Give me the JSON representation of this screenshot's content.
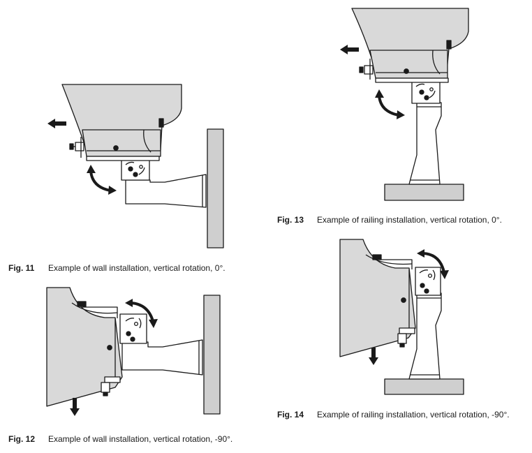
{
  "figures": [
    {
      "number": "Fig. 11",
      "text": "Example of wall installation, vertical rotation, 0°."
    },
    {
      "number": "Fig. 12",
      "text": "Example of wall installation, vertical rotation, -90°."
    },
    {
      "number": "Fig. 13",
      "text": "Example of railing installation, vertical rotation, 0°."
    },
    {
      "number": "Fig. 14",
      "text": "Example of railing installation, vertical rotation, -90°."
    }
  ],
  "colors": {
    "housing": "#d9d9d9",
    "wall": "#cfcfcf",
    "bracket": "#ffffff",
    "outline": "#1a1a1a",
    "arrow": "#1a1a1a"
  }
}
